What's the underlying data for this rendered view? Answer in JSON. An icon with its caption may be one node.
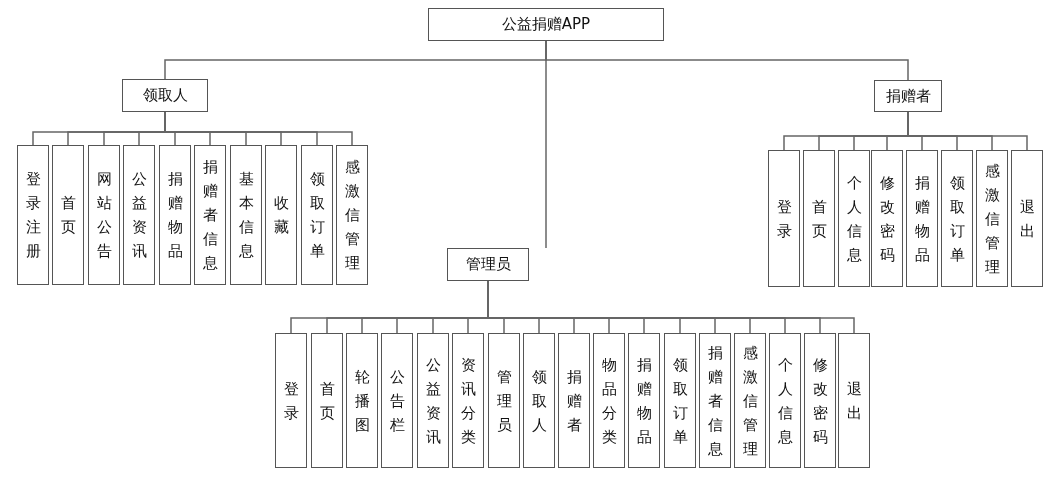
{
  "diagram": {
    "nodes": [
      {
        "text": [
          "公益捐赠APP"
        ]
      },
      {
        "text": [
          "领取人"
        ]
      },
      {
        "text": [
          "登录注册"
        ]
      },
      {
        "text": [
          "首页"
        ]
      },
      {
        "text": [
          "网站公告"
        ]
      },
      {
        "text": [
          "公益资讯"
        ]
      },
      {
        "text": [
          "捐赠物品"
        ]
      },
      {
        "text": [
          "捐赠者信息"
        ]
      },
      {
        "text": [
          "基本信息"
        ]
      },
      {
        "text": [
          "收藏"
        ]
      },
      {
        "text": [
          "领取订单"
        ]
      },
      {
        "text": [
          "感激信管理"
        ]
      },
      {
        "text": [
          "捐赠者"
        ]
      },
      {
        "text": [
          "登录"
        ]
      },
      {
        "text": [
          "首页"
        ]
      },
      {
        "text": [
          "个人信息"
        ]
      },
      {
        "text": [
          "修改密码"
        ]
      },
      {
        "text": [
          "捐赠物品"
        ]
      },
      {
        "text": [
          "领取订单"
        ]
      },
      {
        "text": [
          "感激信管理"
        ]
      },
      {
        "text": [
          "退出"
        ]
      },
      {
        "text": [
          "管理员"
        ]
      },
      {
        "text": [
          "登录"
        ]
      },
      {
        "text": [
          "首页"
        ]
      },
      {
        "text": [
          "轮播图"
        ]
      },
      {
        "text": [
          "公告栏"
        ]
      },
      {
        "text": [
          "公益资讯"
        ]
      },
      {
        "text": [
          "资讯分类"
        ]
      },
      {
        "text": [
          "管理员"
        ]
      },
      {
        "text": [
          "领取人"
        ]
      },
      {
        "text": [
          "捐赠者"
        ]
      },
      {
        "text": [
          "物品分类"
        ]
      },
      {
        "text": [
          "捐赠物品"
        ]
      },
      {
        "text": [
          "领取订单"
        ]
      },
      {
        "text": [
          "捐赠者信息"
        ]
      },
      {
        "text": [
          "感激信管理"
        ]
      },
      {
        "text": [
          "个人信息"
        ]
      },
      {
        "text": [
          "修改密码"
        ]
      },
      {
        "text": [
          "退出"
        ]
      }
    ],
    "edges": [
      {
        "from": 0,
        "to": 1,
        "arrow": "none"
      },
      {
        "from": 0,
        "to": 12,
        "arrow": "none"
      },
      {
        "from": 0,
        "to": 21,
        "arrow": "none"
      },
      {
        "from": 1,
        "to": 2,
        "arrow": "none"
      },
      {
        "from": 1,
        "to": 3,
        "arrow": "none"
      },
      {
        "from": 1,
        "to": 4,
        "arrow": "none"
      },
      {
        "from": 1,
        "to": 5,
        "arrow": "none"
      },
      {
        "from": 1,
        "to": 6,
        "arrow": "none"
      },
      {
        "from": 1,
        "to": 7,
        "arrow": "none"
      },
      {
        "from": 1,
        "to": 8,
        "arrow": "none"
      },
      {
        "from": 1,
        "to": 9,
        "arrow": "none"
      },
      {
        "from": 1,
        "to": 10,
        "arrow": "none"
      },
      {
        "from": 1,
        "to": 11,
        "arrow": "none"
      },
      {
        "from": 12,
        "to": 13,
        "arrow": "none"
      },
      {
        "from": 12,
        "to": 14,
        "arrow": "none"
      },
      {
        "from": 12,
        "to": 15,
        "arrow": "none"
      },
      {
        "from": 12,
        "to": 16,
        "arrow": "none"
      },
      {
        "from": 12,
        "to": 17,
        "arrow": "none"
      },
      {
        "from": 12,
        "to": 18,
        "arrow": "none"
      },
      {
        "from": 12,
        "to": 19,
        "arrow": "none"
      },
      {
        "from": 12,
        "to": 20,
        "arrow": "none"
      },
      {
        "from": 21,
        "to": 22,
        "arrow": "none"
      },
      {
        "from": 21,
        "to": 23,
        "arrow": "none"
      },
      {
        "from": 21,
        "to": 24,
        "arrow": "none"
      },
      {
        "from": 21,
        "to": 25,
        "arrow": "none"
      },
      {
        "from": 21,
        "to": 26,
        "arrow": "none"
      },
      {
        "from": 21,
        "to": 27,
        "arrow": "none"
      },
      {
        "from": 21,
        "to": 28,
        "arrow": "none"
      },
      {
        "from": 21,
        "to": 29,
        "arrow": "none"
      },
      {
        "from": 21,
        "to": 30,
        "arrow": "none"
      },
      {
        "from": 21,
        "to": 31,
        "arrow": "none"
      },
      {
        "from": 21,
        "to": 32,
        "arrow": "none"
      },
      {
        "from": 21,
        "to": 33,
        "arrow": "none"
      },
      {
        "from": 21,
        "to": 34,
        "arrow": "none"
      },
      {
        "from": 21,
        "to": 35,
        "arrow": "none"
      },
      {
        "from": 21,
        "to": 36,
        "arrow": "none"
      },
      {
        "from": 21,
        "to": 37,
        "arrow": "none"
      },
      {
        "from": 21,
        "to": 38,
        "arrow": "none"
      }
    ]
  }
}
